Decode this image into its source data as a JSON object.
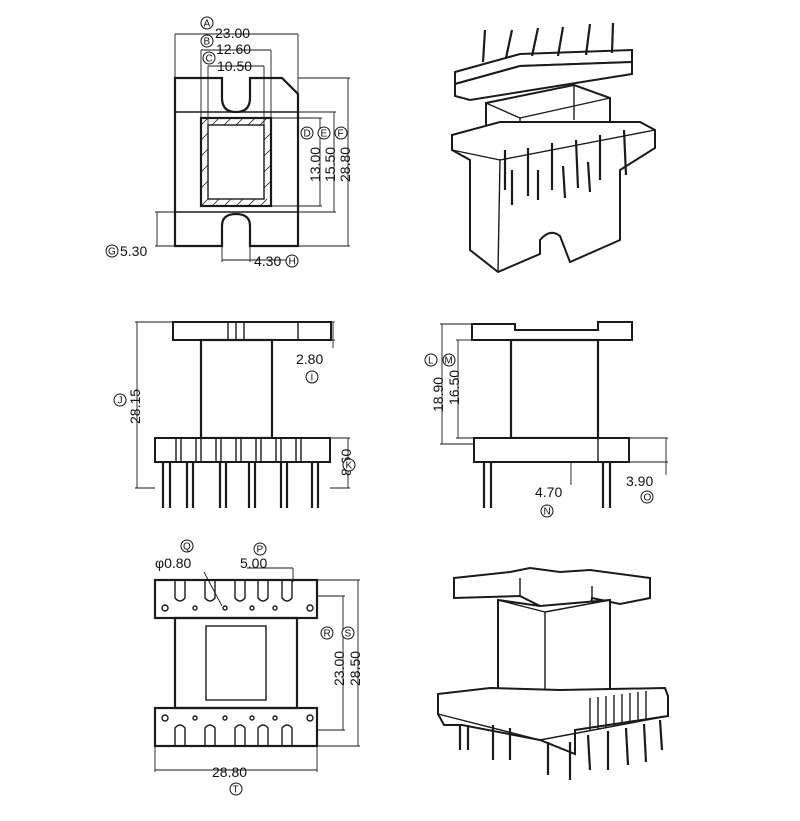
{
  "dimensions": {
    "A": {
      "label": "A",
      "value": "23.00"
    },
    "B": {
      "label": "B",
      "value": "12.60"
    },
    "C": {
      "label": "C",
      "value": "10.50"
    },
    "D": {
      "label": "D",
      "value": "13.00"
    },
    "E": {
      "label": "E",
      "value": "15.50"
    },
    "F": {
      "label": "F",
      "value": "28.80"
    },
    "G": {
      "label": "G",
      "value": "5.30"
    },
    "H": {
      "label": "H",
      "value": "4.30"
    },
    "I": {
      "label": "I",
      "value": "2.80"
    },
    "J": {
      "label": "J",
      "value": "28.15"
    },
    "K": {
      "label": "K",
      "value": "8.60"
    },
    "L": {
      "label": "L",
      "value": "18.90"
    },
    "M": {
      "label": "M",
      "value": "16.50"
    },
    "N": {
      "label": "N",
      "value": "4.70"
    },
    "O": {
      "label": "O",
      "value": "3.90"
    },
    "P": {
      "label": "P",
      "value": "5.00"
    },
    "Q": {
      "label": "Q",
      "value": "φ0.80"
    },
    "R": {
      "label": "R",
      "value": "23.00"
    },
    "S": {
      "label": "S",
      "value": "28.50"
    },
    "T": {
      "label": "T",
      "value": "28.80"
    }
  }
}
